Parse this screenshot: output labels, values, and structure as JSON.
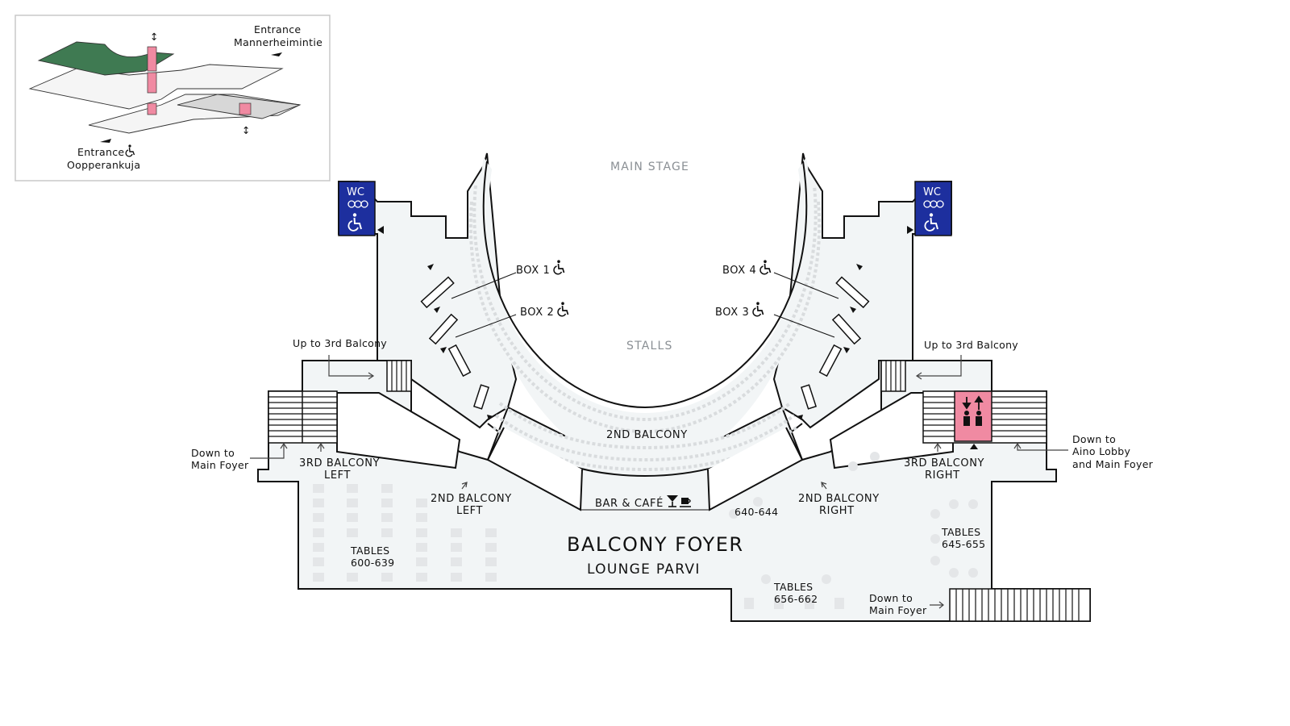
{
  "inset": {
    "entrance_top_label": "Entrance",
    "entrance_top_street": "Mannerheimintie",
    "entrance_bottom_label": "Entrance",
    "entrance_bottom_street": "Oopperankuja",
    "elevator_symbol": "↕"
  },
  "labels": {
    "main_stage": "MAIN STAGE",
    "stalls": "STALLS",
    "box1": "BOX 1",
    "box2": "BOX 2",
    "box3": "BOX 3",
    "box4": "BOX 4",
    "second_balcony": "2ND BALCONY",
    "up_left": "Up to 3rd Balcony",
    "up_right": "Up to 3rd Balcony",
    "down_left_1": "Down to",
    "down_left_2": "Main Foyer",
    "down_right_1": "Down to",
    "down_right_2": "Aino Lobby",
    "down_right_3": "and Main Foyer",
    "third_left_1": "3RD BALCONY",
    "third_left_2": "LEFT",
    "third_right_1": "3RD BALCONY",
    "third_right_2": "RIGHT",
    "second_left_1": "2ND BALCONY",
    "second_left_2": "LEFT",
    "second_right_1": "2ND BALCONY",
    "second_right_2": "RIGHT",
    "bar_cafe": "BAR & CAFÉ",
    "balcony_foyer": "BALCONY FOYER",
    "lounge": "LOUNGE PARVI",
    "tables_left_1": "TABLES",
    "tables_left_2": "600-639",
    "tables_mid": "640-644",
    "tables_right_1": "TABLES",
    "tables_right_2": "645-655",
    "tables_bottom_1": "TABLES",
    "tables_bottom_2": "656-662",
    "down_bottom_1": "Down to",
    "down_bottom_2": "Main Foyer"
  },
  "wc": {
    "left_label": "WC",
    "right_label": "WC",
    "color": "#1d2f9e"
  },
  "elevator": {
    "color": "#f08aa2"
  },
  "colors": {
    "floor": "#f2f5f6",
    "inset_green": "#3f7a52",
    "inset_pink": "#f08aa2",
    "seat": "#d9dcde"
  },
  "icons": [
    "wheelchair-icon",
    "elevator-icon",
    "wc-icon",
    "cocktail-icon",
    "coffee-cup-icon",
    "arrow-icon"
  ]
}
